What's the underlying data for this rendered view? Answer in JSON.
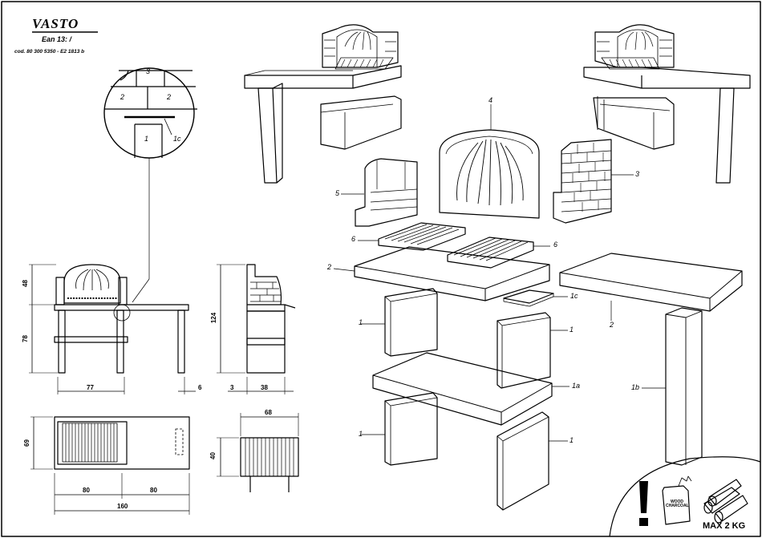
{
  "header": {
    "title": "VASTO",
    "ean": "Ean 13: /",
    "code": "cod. 80 300 5350 - E2 1813 b"
  },
  "detail_labels": [
    "3",
    "2",
    "2",
    "1",
    "1c"
  ],
  "dimensions": {
    "front_height_top": "48",
    "front_height_base": "78",
    "front_width": "77",
    "front_side": "6",
    "side_height": "124",
    "side_offset": "3",
    "side_width": "38",
    "top_depth": "69",
    "top_left_width": "80",
    "top_right_width": "80",
    "top_total_width": "160",
    "grill_width": "68",
    "grill_height": "40"
  },
  "parts": {
    "p1_a": "1",
    "p1_b": "1",
    "p1_c": "1",
    "p1_d": "1",
    "p1a": "1a",
    "p1b": "1b",
    "p1c": "1c",
    "p2_a": "2",
    "p2_b": "2",
    "p3": "3",
    "p4": "4",
    "p5": "5",
    "p6_a": "6",
    "p6_b": "6"
  },
  "warning": {
    "bag_label": "WOOD CHARCOAL",
    "max_load": "MAX 2 KG",
    "icons": [
      "exclamation-icon",
      "charcoal-bag-icon",
      "firewood-icon"
    ]
  }
}
